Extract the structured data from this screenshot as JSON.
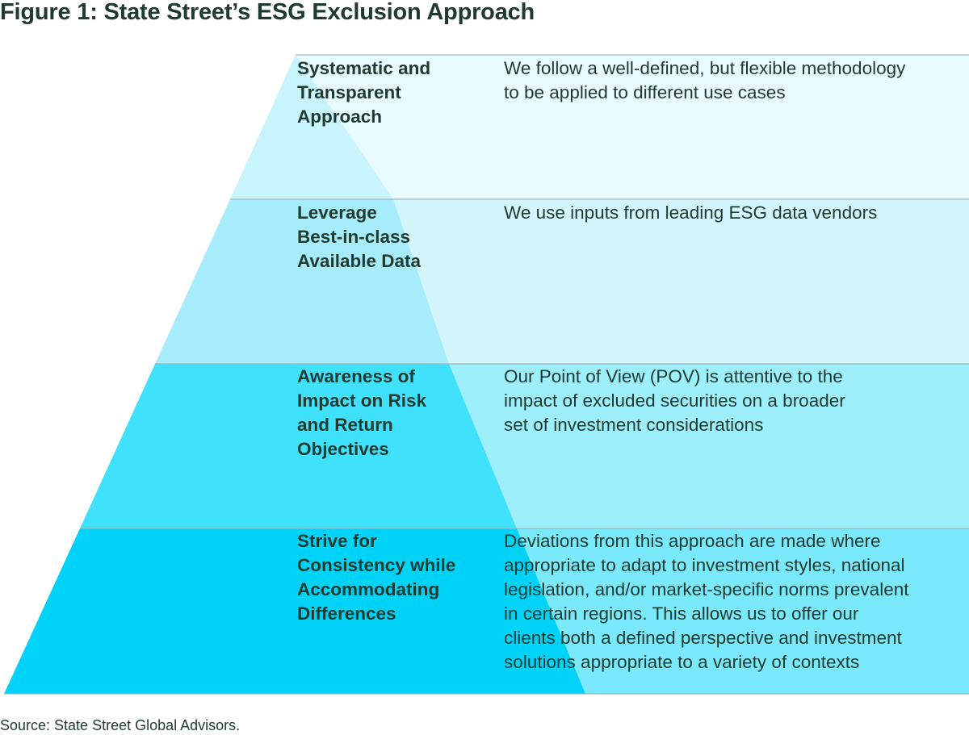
{
  "title": "Figure 1: State Street’s ESG Exclusion Approach",
  "tiers": [
    {
      "label": "Systematic and\nTransparent\nApproach",
      "description": "We follow a well-defined, but flexible methodology\nto be applied to different use cases"
    },
    {
      "label": "Leverage\nBest-in-class\nAvailable Data",
      "description": "We use inputs from leading ESG data vendors"
    },
    {
      "label": "Awareness of\nImpact on Risk\nand Return\nObjectives",
      "description": "Our Point of View (POV) is attentive to the\nimpact of excluded securities on a broader\nset of investment considerations"
    },
    {
      "label": "Strive for\nConsistency while\nAccommodating\nDifferences",
      "description": "Deviations from this approach are made where\nappropriate to adapt to investment styles, national\nlegislation, and/or market-specific norms prevalent\nin certain regions. This allows us to offer our\nclients both a defined perspective and investment\nsolutions appropriate to a variety of contexts"
    }
  ],
  "source": "Source: State Street Global Advisors.",
  "colors": {
    "title_text": "#1f3a2e",
    "tier_1": "#c8f4fd",
    "tier_2": "#a6ecfb",
    "tier_3": "#3fe1fc",
    "tier_4": "#00d3f7",
    "row_1": "#e8fbfe",
    "row_2": "#d3f6fd",
    "row_3": "#9eeffc",
    "row_4": "#7ae9fb",
    "divider": "#9fb6bc"
  }
}
